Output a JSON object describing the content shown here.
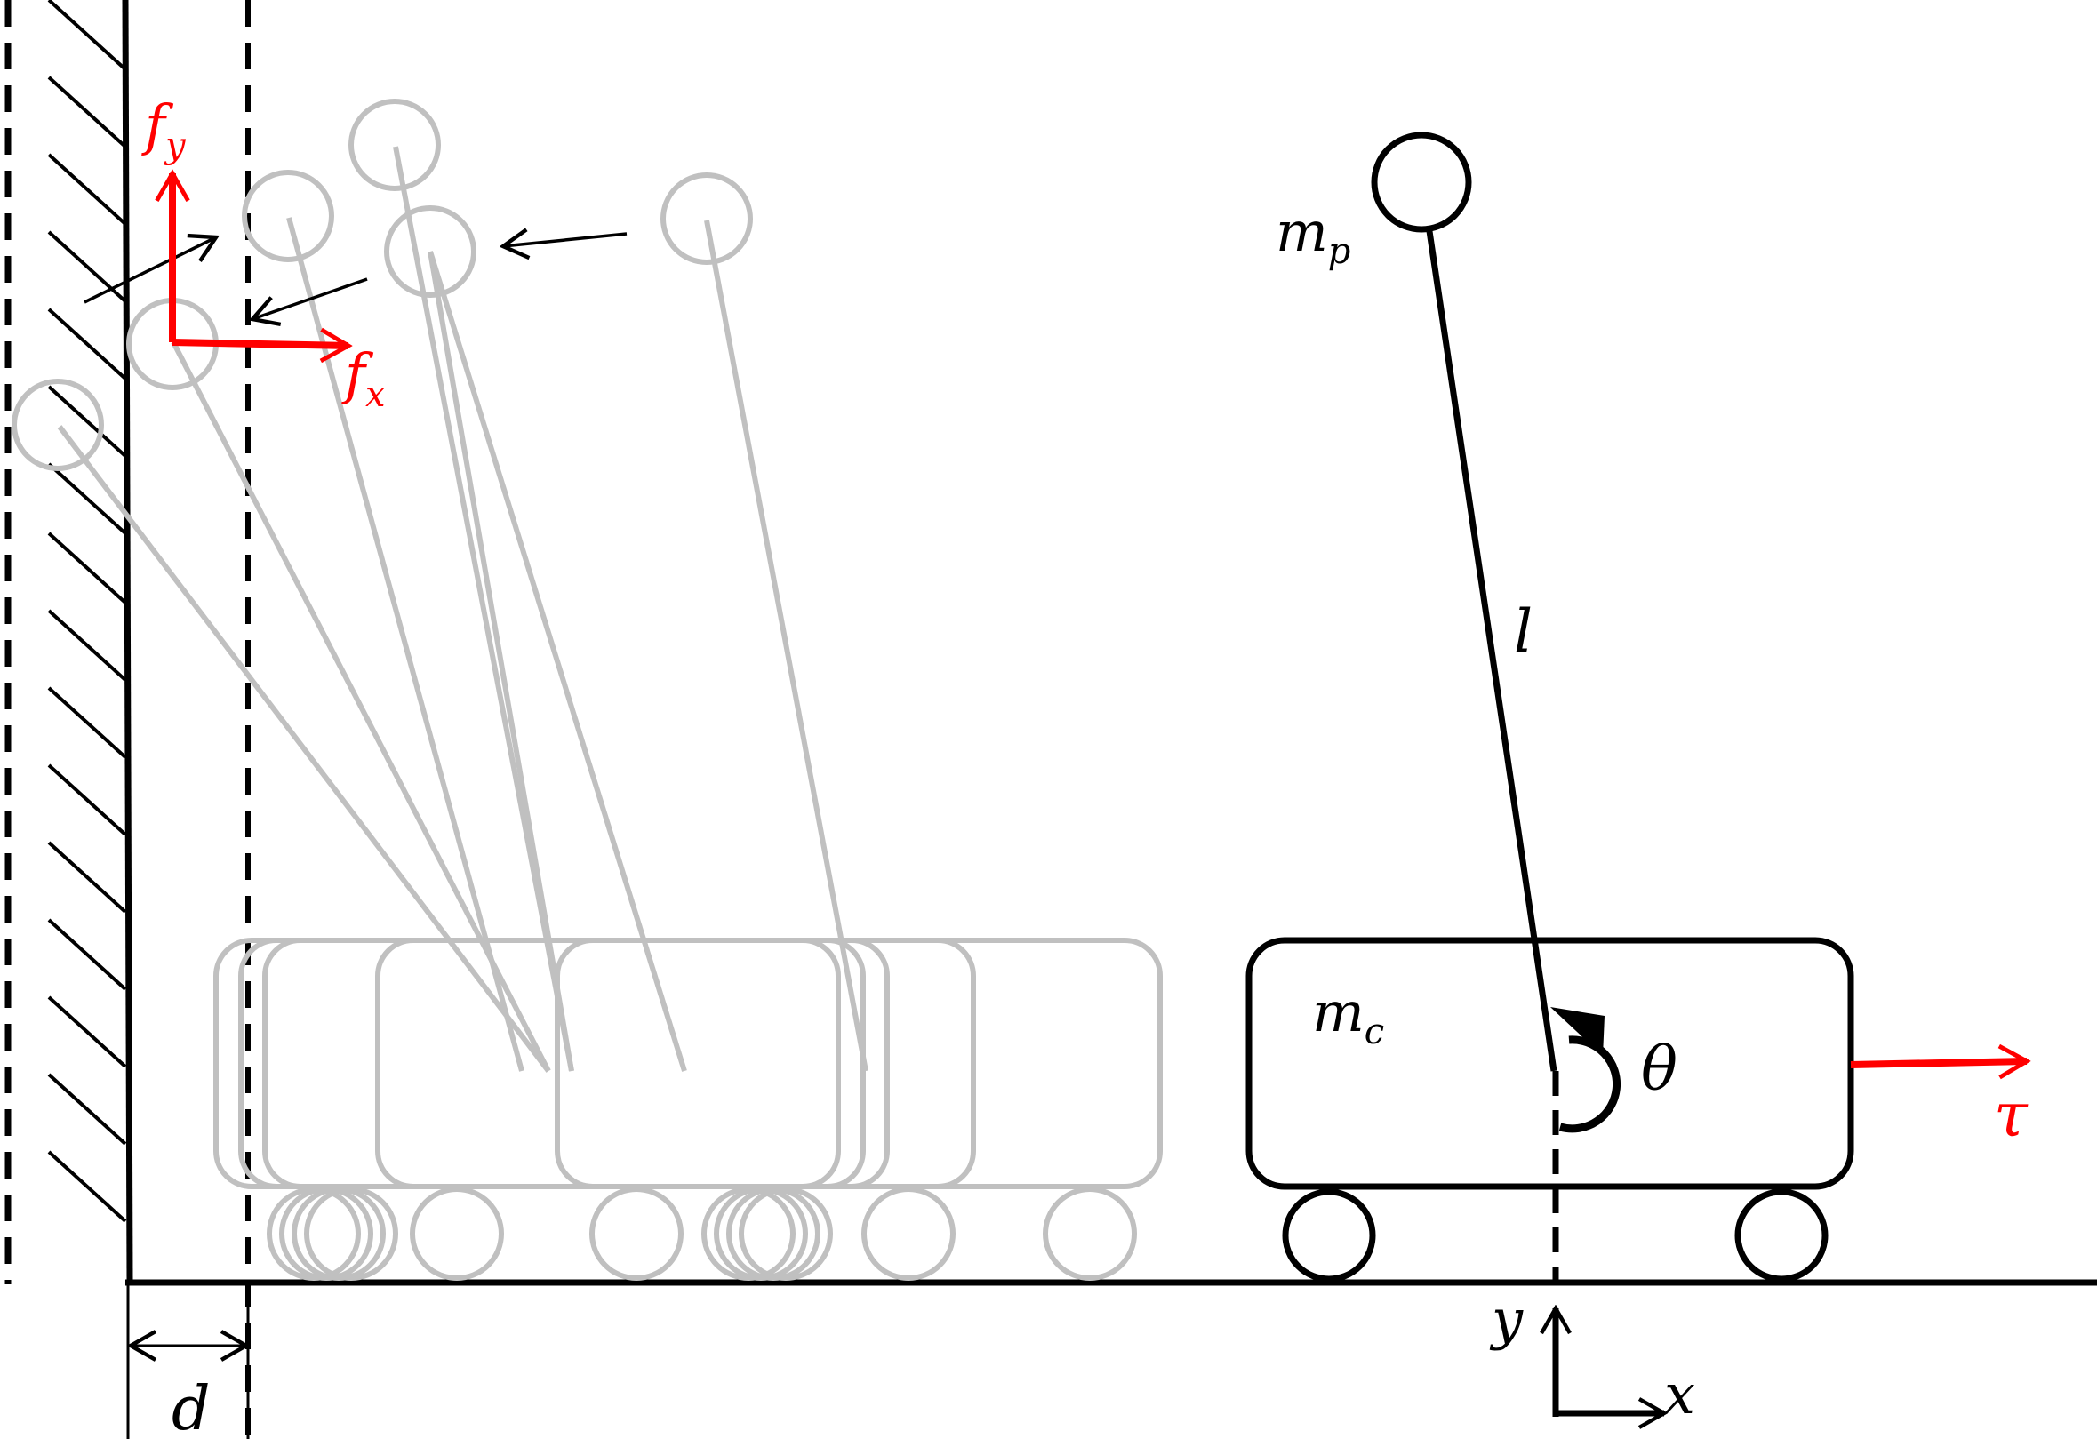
{
  "labels": {
    "fy_main": "f",
    "fy_sub": "y",
    "fx_main": "f",
    "fx_sub": "x",
    "mp_main": "m",
    "mp_sub": "p",
    "mc_main": "m",
    "mc_sub": "c",
    "length": "l",
    "theta": "θ",
    "tau": "τ",
    "distance": "d",
    "axis_y": "y",
    "axis_x": "x"
  },
  "colors": {
    "ink": "#000000",
    "ghost": "#c0c0c0",
    "force": "#ff0000"
  },
  "icons": {
    "wall": "hatched-wall",
    "cart": "rounded-rect-cart",
    "wheel": "circle-wheel",
    "pendulum_mass": "circle-mass",
    "arrow": "arrow-head"
  }
}
